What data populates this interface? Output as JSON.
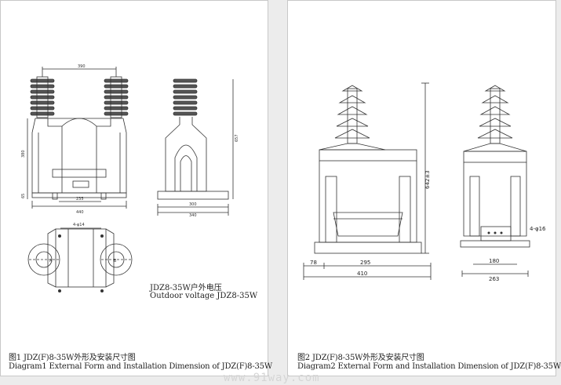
{
  "figure1": {
    "title_cn": "图1  JDZ(F)8-35W外形及安装尺寸图",
    "title_en": "Diagram1  External Form and Installation Dimension of  JDZ(F)8-35W",
    "note_cn": "JDZ8-35W户外电压",
    "note_en": "Outdoor voltage JDZ8-35W",
    "dims": {
      "top_span": "390",
      "height_body": "380",
      "base_height": "65",
      "width_inner": "235",
      "width_total": "440",
      "side_inner": "300",
      "side_total": "340",
      "side_height": "657",
      "hole_label": "4-φ14"
    },
    "labels": {
      "terminal_a": "A",
      "terminal_b": "B"
    }
  },
  "figure2": {
    "title_cn": "图2  JDZ(F)8-35W外形及安装尺寸图",
    "title_en": "Diagram2  External Form and Installation Dimension of JDZ(F)8-35W",
    "dims": {
      "height": "642±3",
      "left_small": "78",
      "mid": "295",
      "total": "410",
      "side_inner": "180",
      "side_total": "263",
      "hole_label": "4-φ16"
    }
  },
  "watermark": "www.91way.com"
}
